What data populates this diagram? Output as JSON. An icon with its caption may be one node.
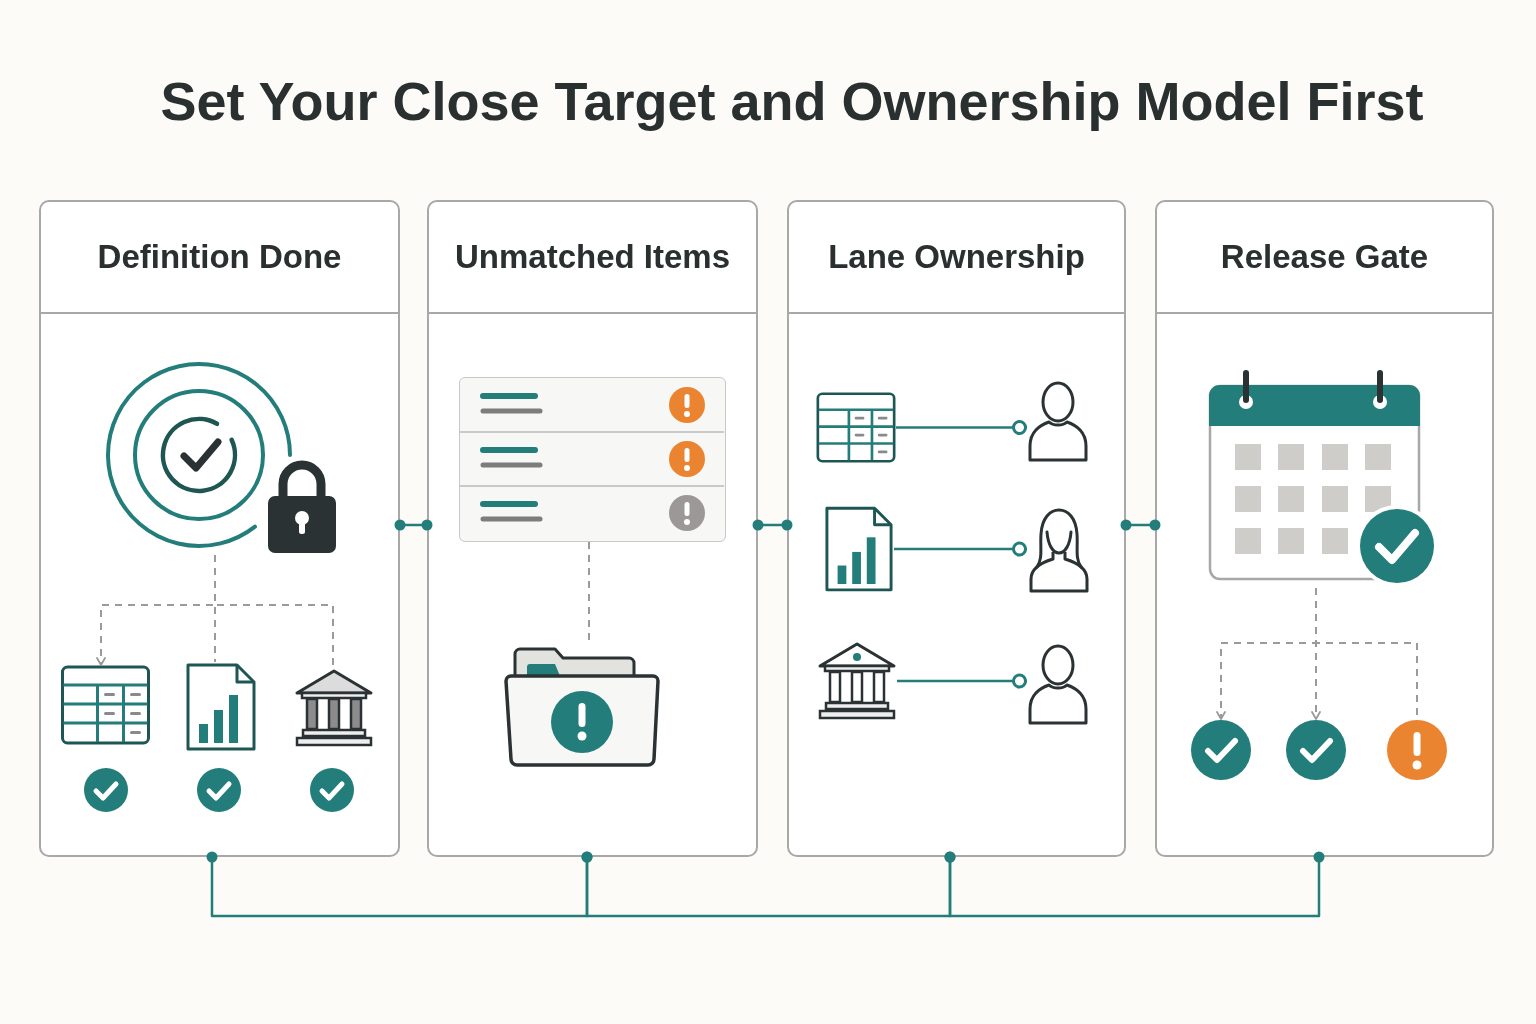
{
  "diagram": {
    "title": "Set Your Close Target and Ownership Model First",
    "nodes": [
      {
        "text": [
          "Definition Done"
        ]
      },
      {
        "text": [],
        "shape": "picture",
        "in": 0
      },
      {
        "text": [],
        "shape": "picture",
        "in": 0
      },
      {
        "text": [],
        "shape": "picture",
        "in": 0
      },
      {
        "text": [],
        "shape": "picture",
        "in": 0
      },
      {
        "text": [
          "Unmatched Items"
        ]
      },
      {
        "text": [],
        "shape": "box",
        "in": 5
      },
      {
        "text": [],
        "shape": "picture",
        "in": 5
      },
      {
        "text": [
          "Lane Ownership"
        ]
      },
      {
        "text": [],
        "shape": "picture",
        "in": 8
      },
      {
        "text": [],
        "shape": "person",
        "in": 8
      },
      {
        "text": [],
        "shape": "picture",
        "in": 8
      },
      {
        "text": [],
        "shape": "person",
        "in": 8
      },
      {
        "text": [],
        "shape": "picture",
        "in": 8
      },
      {
        "text": [],
        "shape": "person",
        "in": 8
      },
      {
        "text": [
          "Release Gate"
        ]
      },
      {
        "text": [],
        "shape": "picture",
        "in": 15
      },
      {
        "text": [],
        "shape": "circle",
        "in": 15
      },
      {
        "text": [],
        "shape": "circle",
        "in": 15
      },
      {
        "text": [],
        "shape": "circle",
        "in": 15
      }
    ],
    "edges": [
      {
        "from": 1,
        "to": 2,
        "arrow": "to",
        "style": "dashed",
        "color": "#9a9a9a"
      },
      {
        "from": 1,
        "to": 3,
        "arrow": "none",
        "style": "dashed",
        "color": "#9a9a9a"
      },
      {
        "from": 1,
        "to": 4,
        "arrow": "none",
        "style": "dashed",
        "color": "#9a9a9a"
      },
      {
        "from": 0,
        "to": 5,
        "arrow": "other"
      },
      {
        "from": 6,
        "to": 7,
        "arrow": "none",
        "style": "dashed",
        "color": "#9a9a9a"
      },
      {
        "from": 5,
        "to": 8,
        "arrow": "other"
      },
      {
        "from": 9,
        "to": 10,
        "arrow": "other"
      },
      {
        "from": 11,
        "to": 12,
        "arrow": "other"
      },
      {
        "from": 13,
        "to": 14,
        "arrow": "other"
      },
      {
        "from": 8,
        "to": 15,
        "arrow": "other"
      },
      {
        "from": 16,
        "to": 17,
        "arrow": "to",
        "style": "dashed",
        "color": "#9a9a9a"
      },
      {
        "from": 16,
        "to": 18,
        "arrow": "to",
        "style": "dashed",
        "color": "#9a9a9a"
      },
      {
        "from": 16,
        "to": 19,
        "arrow": "none",
        "style": "dashed",
        "color": "#9a9a9a"
      },
      {
        "from": 0,
        "to": 5,
        "arrow": "other"
      },
      {
        "from": 5,
        "to": 8,
        "arrow": "other"
      },
      {
        "from": 8,
        "to": 15,
        "arrow": "other"
      }
    ]
  }
}
